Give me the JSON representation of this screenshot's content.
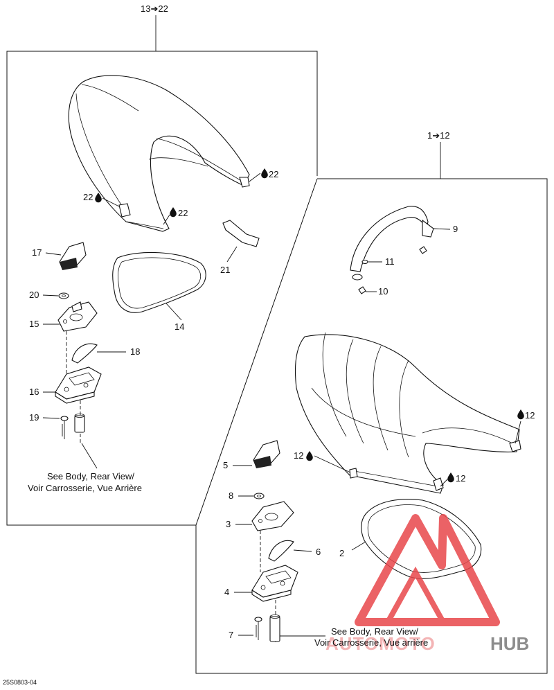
{
  "header_left": "13➔22",
  "header_right": "1➔12",
  "figure_code": "25S0803-04",
  "note_left_line1": "See Body, Rear View/",
  "note_left_line2": "Voir Carrosserie, Vue Arrière",
  "note_right_line1": "See Body, Rear View/",
  "note_right_line2": "Voir Carrosserie, Vue arrière",
  "watermark": {
    "part1": "AUTOMOTO",
    "part2": "HUB",
    "color_red": "#e8474b",
    "color_grey": "#6b6b6b"
  },
  "callouts_left": [
    "22",
    "22",
    "22",
    "17",
    "21",
    "20",
    "14",
    "15",
    "18",
    "16",
    "19"
  ],
  "callouts_right": [
    "9",
    "11",
    "10",
    "12",
    "12",
    "12",
    "5",
    "8",
    "3",
    "6",
    "2",
    "4",
    "7"
  ],
  "icons": {
    "adhesive": "drop-icon"
  }
}
